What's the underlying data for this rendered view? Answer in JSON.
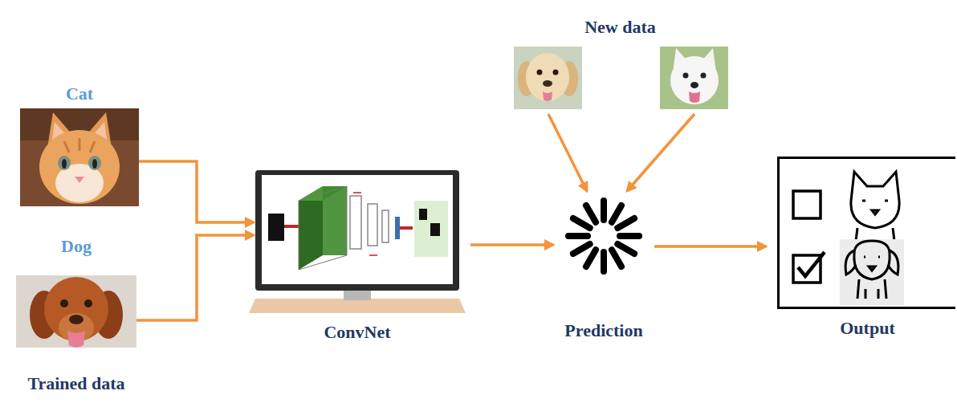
{
  "diagram": {
    "nodes": [
      {
        "text": [
          "Cat"
        ]
      },
      {
        "text": [
          "Dog"
        ]
      },
      {
        "text": [
          "ConvNet"
        ]
      },
      {
        "text": [
          "New data"
        ]
      },
      {
        "text": [
          "Prediction"
        ]
      },
      {
        "text": [
          "Output"
        ]
      }
    ],
    "edges": [
      {
        "from": 0,
        "to": 2,
        "arrow": "to"
      },
      {
        "from": 1,
        "to": 2,
        "arrow": "to"
      },
      {
        "from": 2,
        "to": 4,
        "arrow": "to"
      },
      {
        "from": 3,
        "to": 4,
        "arrow": "to"
      },
      {
        "from": 3,
        "to": 4,
        "arrow": "to"
      },
      {
        "from": 4,
        "to": 5,
        "arrow": "to"
      }
    ],
    "labels": [
      "Trained data"
    ]
  }
}
